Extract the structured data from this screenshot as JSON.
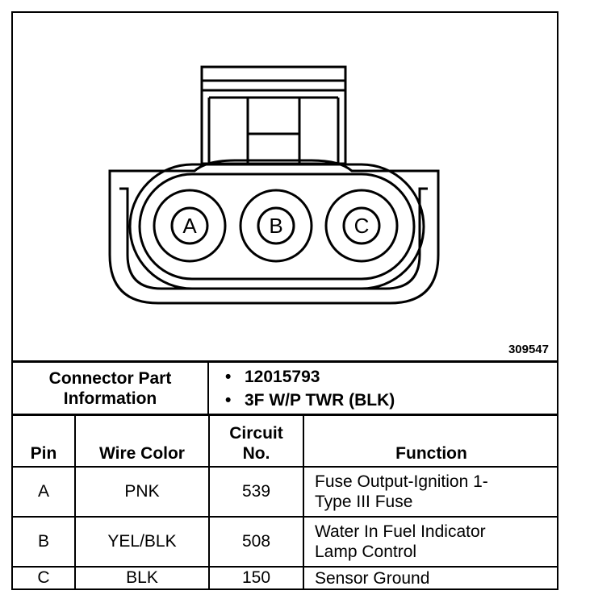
{
  "figure_id": "309547",
  "connector": {
    "pins": [
      "A",
      "B",
      "C"
    ]
  },
  "part_info": {
    "label_line1": "Connector Part",
    "label_line2": "Information",
    "values": [
      "12015793",
      "3F W/P TWR (BLK)"
    ]
  },
  "table": {
    "headers": {
      "pin": "Pin",
      "wire_color": "Wire Color",
      "circuit_line1": "Circuit",
      "circuit_line2": "No.",
      "function": "Function"
    },
    "rows": [
      {
        "pin": "A",
        "wire_color": "PNK",
        "circuit": "539",
        "function_line1": "Fuse Output-Ignition 1-",
        "function_line2": "Type III Fuse"
      },
      {
        "pin": "B",
        "wire_color": "YEL/BLK",
        "circuit": "508",
        "function_line1": "Water In Fuel Indicator",
        "function_line2": "Lamp Control"
      },
      {
        "pin": "C",
        "wire_color": "BLK",
        "circuit": "150",
        "function_line1": "Sensor Ground",
        "function_line2": ""
      }
    ]
  }
}
